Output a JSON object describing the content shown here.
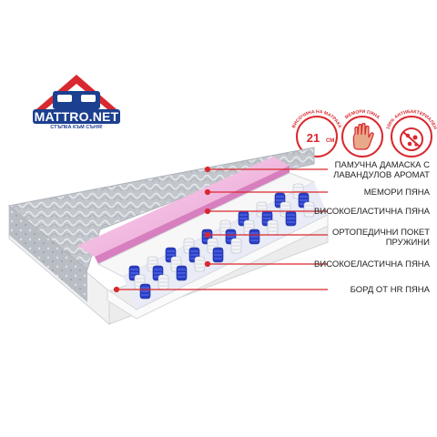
{
  "logo": {
    "brand": "MATTRO.NET",
    "tagline": "СТЪПКА КЪМ СЪНЯ!",
    "brand_color": "#1c3f8f",
    "accent_color": "#d9282f"
  },
  "badges": [
    {
      "arc_text": "ВИСОЧИНА НА МАТРАКА",
      "value": "21",
      "unit": "СМ",
      "icon": "height-value"
    },
    {
      "arc_text": "МЕМОРИ ПЯНА",
      "icon": "hand-print-icon"
    },
    {
      "arc_text": "100% АНТИБАКТЕРИАЛЕН",
      "icon": "no-bacteria-icon"
    }
  ],
  "layers": [
    {
      "label": "ПАМУЧНА ДАМАСКА С ЛАВАНДУЛОВ АРОМАТ"
    },
    {
      "label": "МЕМОРИ ПЯНА"
    },
    {
      "label": "ВИСОКОЕЛАСТИЧНА ПЯНА"
    },
    {
      "label": "ОРТОПЕДИЧНИ ПОКЕТ ПРУЖИНИ"
    },
    {
      "label": "ВИСОКОЕЛАСТИЧНА ПЯНА"
    },
    {
      "label": "БОРД ОТ HR ПЯНА"
    }
  ],
  "colors": {
    "leader_line": "#d9282f",
    "memory_foam": "#f3b8e2",
    "springs": "#2a3fc4",
    "fabric": "#c9cdd3"
  }
}
